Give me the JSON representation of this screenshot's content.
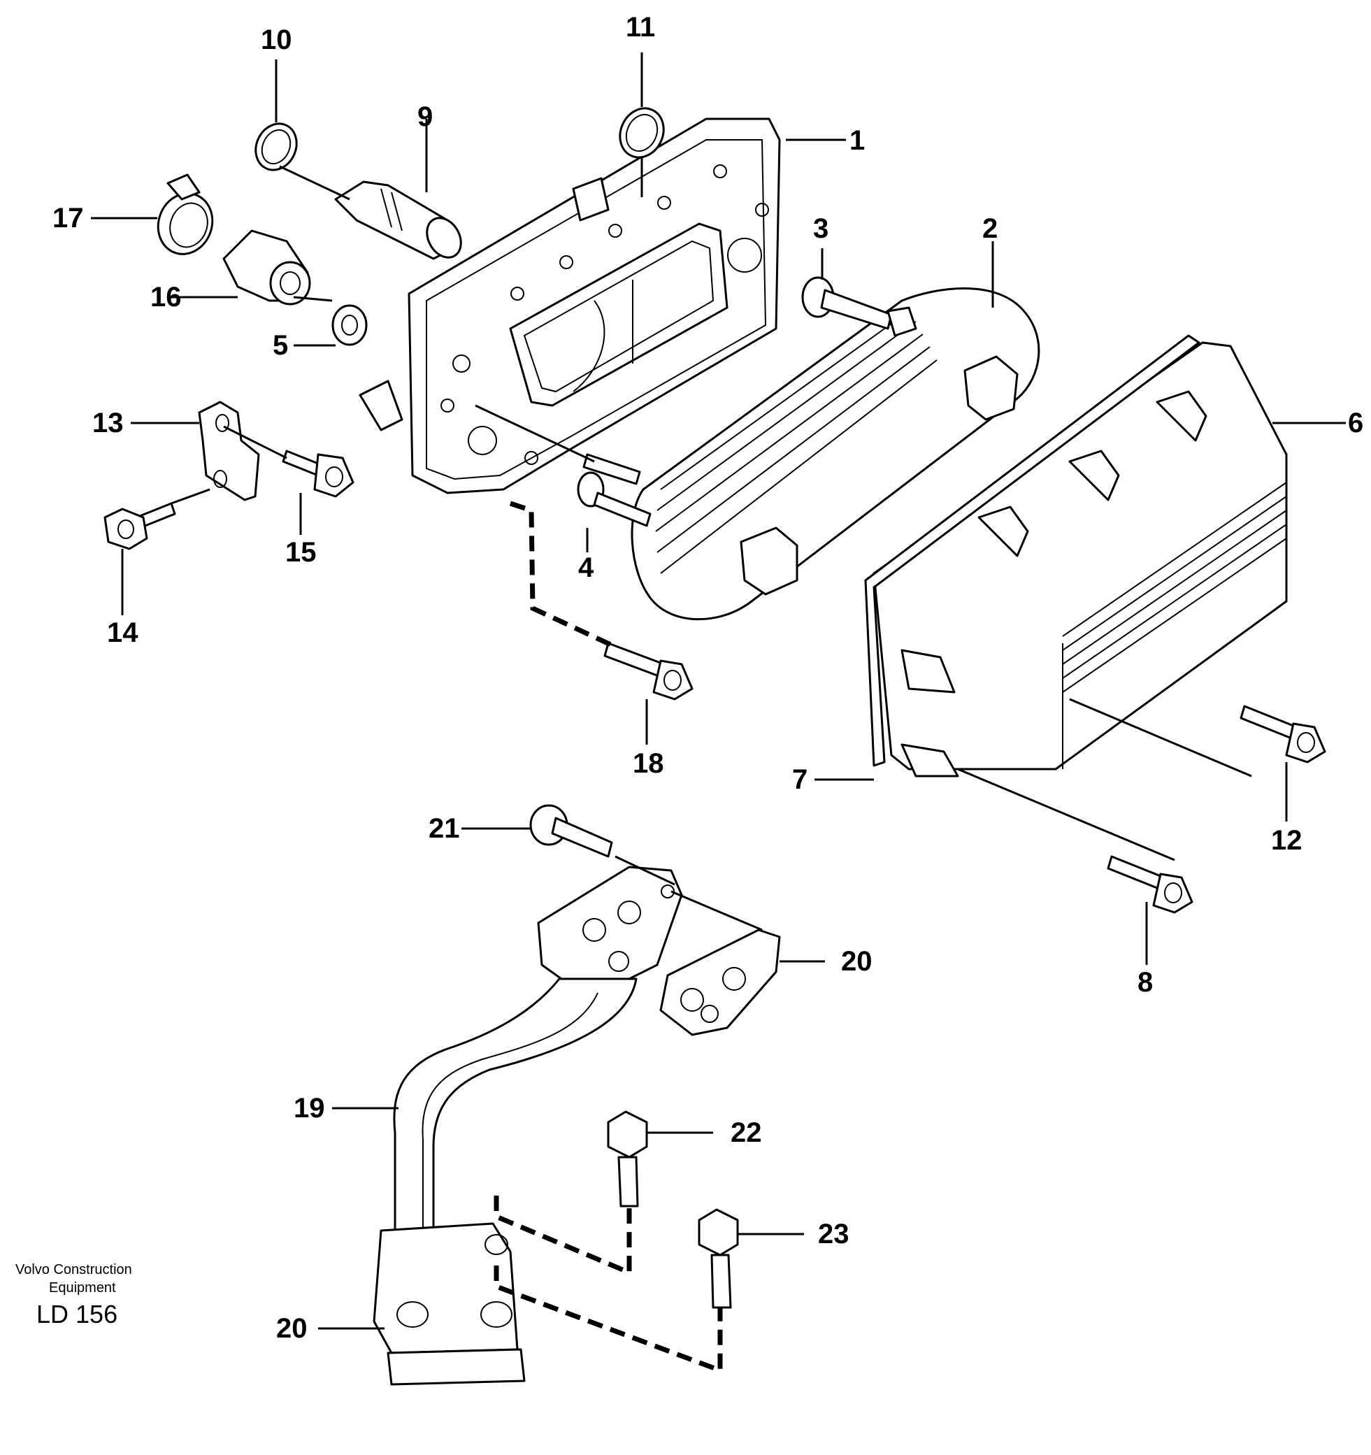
{
  "callouts": [
    {
      "id": "c1",
      "text": "1"
    },
    {
      "id": "c2",
      "text": "2"
    },
    {
      "id": "c3",
      "text": "3"
    },
    {
      "id": "c4",
      "text": "4"
    },
    {
      "id": "c5",
      "text": "5"
    },
    {
      "id": "c6",
      "text": "6"
    },
    {
      "id": "c7",
      "text": "7"
    },
    {
      "id": "c8",
      "text": "8"
    },
    {
      "id": "c9",
      "text": "9"
    },
    {
      "id": "c10",
      "text": "10"
    },
    {
      "id": "c11",
      "text": "11"
    },
    {
      "id": "c12",
      "text": "12"
    },
    {
      "id": "c13",
      "text": "13"
    },
    {
      "id": "c14",
      "text": "14"
    },
    {
      "id": "c15",
      "text": "15"
    },
    {
      "id": "c16",
      "text": "16"
    },
    {
      "id": "c17",
      "text": "17"
    },
    {
      "id": "c18",
      "text": "18"
    },
    {
      "id": "c19",
      "text": "19"
    },
    {
      "id": "c20a",
      "text": "20"
    },
    {
      "id": "c20b",
      "text": "20"
    },
    {
      "id": "c21",
      "text": "21"
    },
    {
      "id": "c22",
      "text": "22"
    },
    {
      "id": "c23",
      "text": "23"
    }
  ],
  "footer": {
    "brand_line1": "Volvo Construction",
    "brand_line2": "Equipment",
    "code": "LD 156"
  }
}
